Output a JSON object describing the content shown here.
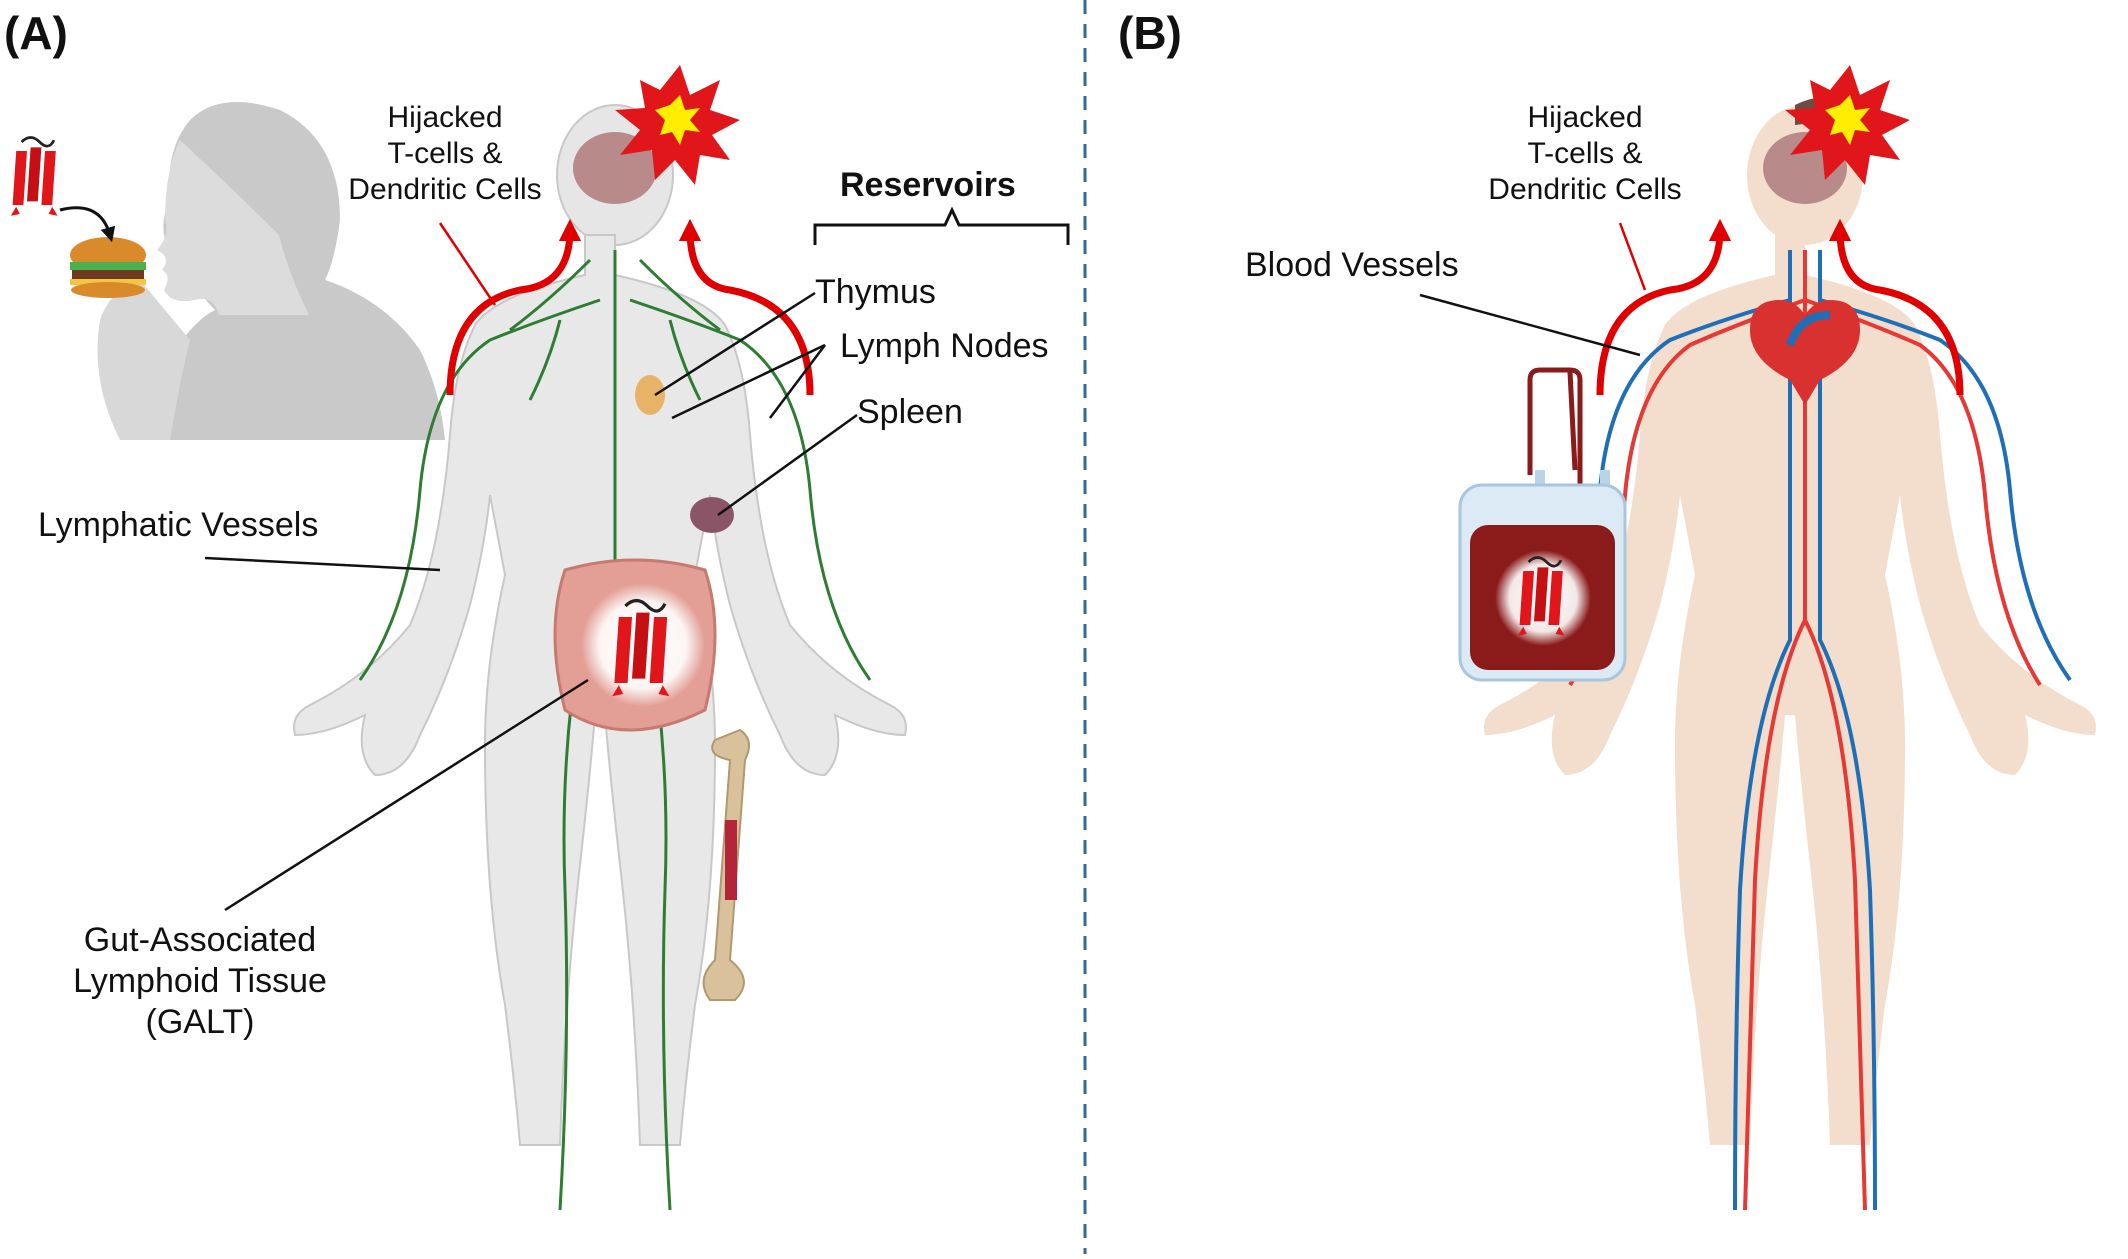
{
  "panel_a": {
    "tag": "(A)",
    "hijacked_label": [
      "Hijacked",
      "T-cells &",
      "Dendritic Cells"
    ],
    "reservoirs_title": "Reservoirs",
    "labels": {
      "thymus": "Thymus",
      "lymph_nodes": "Lymph Nodes",
      "spleen": "Spleen",
      "lymphatic_vessels": "Lymphatic Vessels",
      "galt": [
        "Gut-Associated",
        "Lymphoid Tissue",
        "(GALT)"
      ]
    }
  },
  "panel_b": {
    "tag": "(B)",
    "hijacked_label": [
      "Hijacked",
      "T-cells &",
      "Dendritic Cells"
    ],
    "labels": {
      "blood_vessels": "Blood Vessels"
    }
  },
  "colors": {
    "arrow_red": "#e00000",
    "lymph_green": "#2e7d32",
    "vein_blue": "#1f6fb8",
    "artery_red": "#e53935",
    "divider": "#2b6e8f",
    "body_grey": "#e6e6e6",
    "skin": "#f3ddcc"
  }
}
